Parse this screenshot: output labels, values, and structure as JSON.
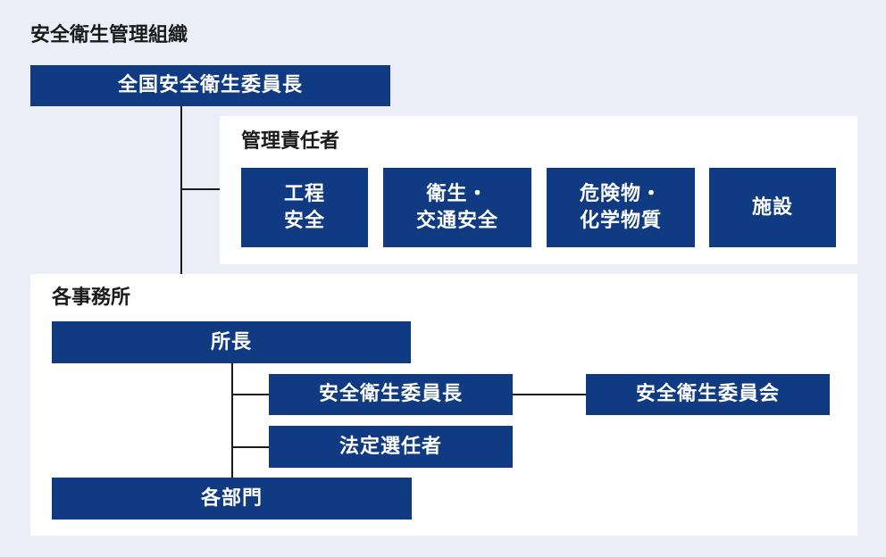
{
  "title": "安全衛生管理組織",
  "top_box": "全国安全衛生委員長",
  "managers": {
    "label": "管理責任者",
    "items": [
      "工程\n安全",
      "衛生・\n交通安全",
      "危険物・\n化学物質",
      "施設"
    ]
  },
  "offices": {
    "label": "各事務所",
    "director": "所長",
    "committee_chair": "安全衛生委員長",
    "committee": "安全衛生委員会",
    "statutory": "法定選任者",
    "departments": "各部門"
  },
  "colors": {
    "box": "#103b82",
    "background": "#eceef7",
    "panel": "#ffffff",
    "line": "#1a1a1a"
  }
}
